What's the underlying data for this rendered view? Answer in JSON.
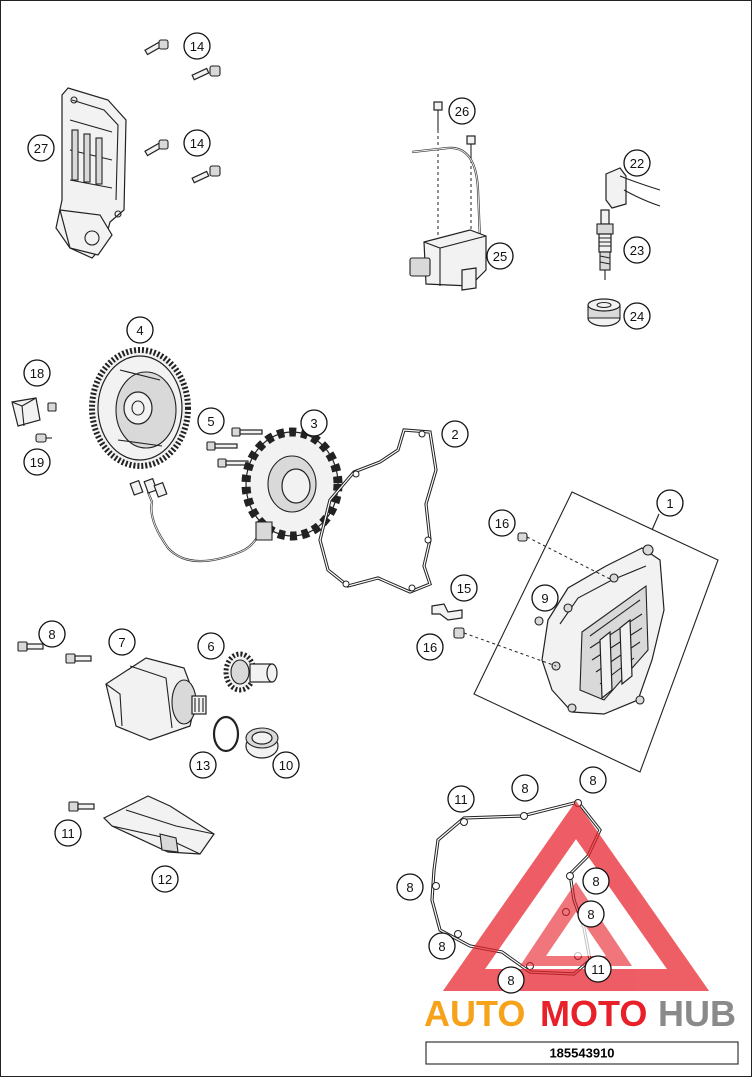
{
  "diagram": {
    "part_number": "185543910",
    "watermark_text": "AUTOMOTOHUB",
    "callouts": [
      {
        "label": "14"
      },
      {
        "label": "14"
      },
      {
        "label": "27"
      },
      {
        "label": "26"
      },
      {
        "label": "25"
      },
      {
        "label": "22"
      },
      {
        "label": "23"
      },
      {
        "label": "24"
      },
      {
        "label": "4"
      },
      {
        "label": "18"
      },
      {
        "label": "19"
      },
      {
        "label": "5"
      },
      {
        "label": "3"
      },
      {
        "label": "2"
      },
      {
        "label": "1"
      },
      {
        "label": "16"
      },
      {
        "label": "9"
      },
      {
        "label": "15"
      },
      {
        "label": "16"
      },
      {
        "label": "8"
      },
      {
        "label": "7"
      },
      {
        "label": "6"
      },
      {
        "label": "13"
      },
      {
        "label": "10"
      },
      {
        "label": "11"
      },
      {
        "label": "12"
      },
      {
        "label": "11"
      },
      {
        "label": "8"
      },
      {
        "label": "8"
      },
      {
        "label": "8"
      },
      {
        "label": "8"
      },
      {
        "label": "8"
      },
      {
        "label": "8"
      },
      {
        "label": "8"
      },
      {
        "label": "11"
      }
    ],
    "colors": {
      "watermark_red": "#e8202a",
      "watermark_orange": "#f7a21b",
      "watermark_grey": "#8a8a8a"
    }
  }
}
